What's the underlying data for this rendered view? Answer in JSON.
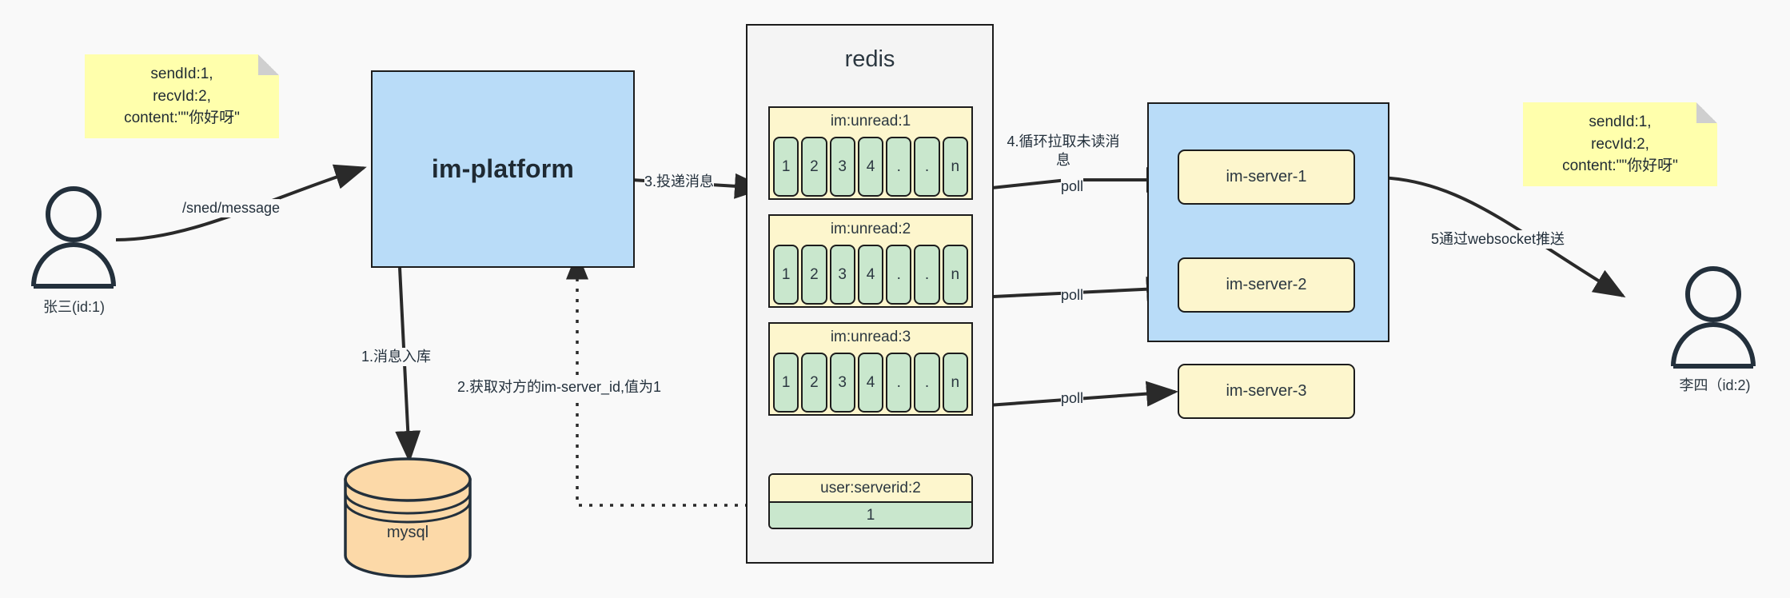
{
  "diagram": {
    "title": "IM message delivery architecture",
    "colors": {
      "background": "#f9f9f9",
      "note": "#ffffac",
      "blue_container": "#b9dcf8",
      "redis_container": "#f4f4f4",
      "key_header": "#fdf6cd",
      "value_cell": "#c9e7cd",
      "cylinder": "#fcd9a8",
      "stroke": "#1c1c1c"
    }
  },
  "notes": {
    "left": "sendId:1,\nrecvId:2,\ncontent:\"\"你好呀\"",
    "right": "sendId:1,\nrecvId:2,\ncontent:\"\"你好呀\""
  },
  "actors": {
    "sender": {
      "label": "张三(id:1)",
      "icon": "user-icon"
    },
    "receiver": {
      "label": "李四（id:2)",
      "icon": "user-icon"
    }
  },
  "platform": {
    "label": "im-platform"
  },
  "database": {
    "label": "mysql",
    "icon": "database-cylinder-icon"
  },
  "redis": {
    "title": "redis",
    "lists": [
      {
        "key": "im:unread:1",
        "cells": [
          "1",
          "2",
          "3",
          "4",
          ".",
          ".",
          "n"
        ]
      },
      {
        "key": "im:unread:2",
        "cells": [
          "1",
          "2",
          "3",
          "4",
          ".",
          ".",
          "n"
        ]
      },
      {
        "key": "im:unread:3",
        "cells": [
          "1",
          "2",
          "3",
          "4",
          ".",
          ".",
          "n"
        ]
      }
    ],
    "kv": {
      "key": "user:serverid:2",
      "value": "1"
    }
  },
  "servers": {
    "items": [
      {
        "label": "im-server-1"
      },
      {
        "label": "im-server-2"
      },
      {
        "label": "im-server-3"
      }
    ]
  },
  "edges": {
    "send_message": "/sned/message",
    "step1": "1.消息入库",
    "step2": "2.获取对方的im-server_id,值为1",
    "step3": "3.投递消息",
    "step4": "4.循环拉取未读消息",
    "step5": "5通过websocket推送",
    "poll1": "poll",
    "poll2": "poll",
    "poll3": "poll"
  }
}
